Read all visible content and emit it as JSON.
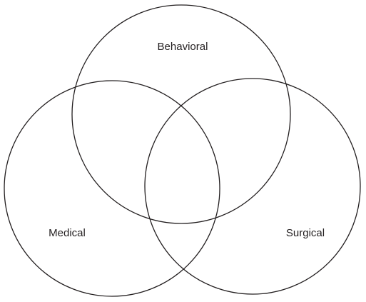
{
  "diagram": {
    "type": "venn",
    "line_color": "#231f20",
    "text_color": "#231f20",
    "sets": [
      {
        "label": "Behavioral"
      },
      {
        "label": "Medical"
      },
      {
        "label": "Surgical"
      }
    ]
  }
}
